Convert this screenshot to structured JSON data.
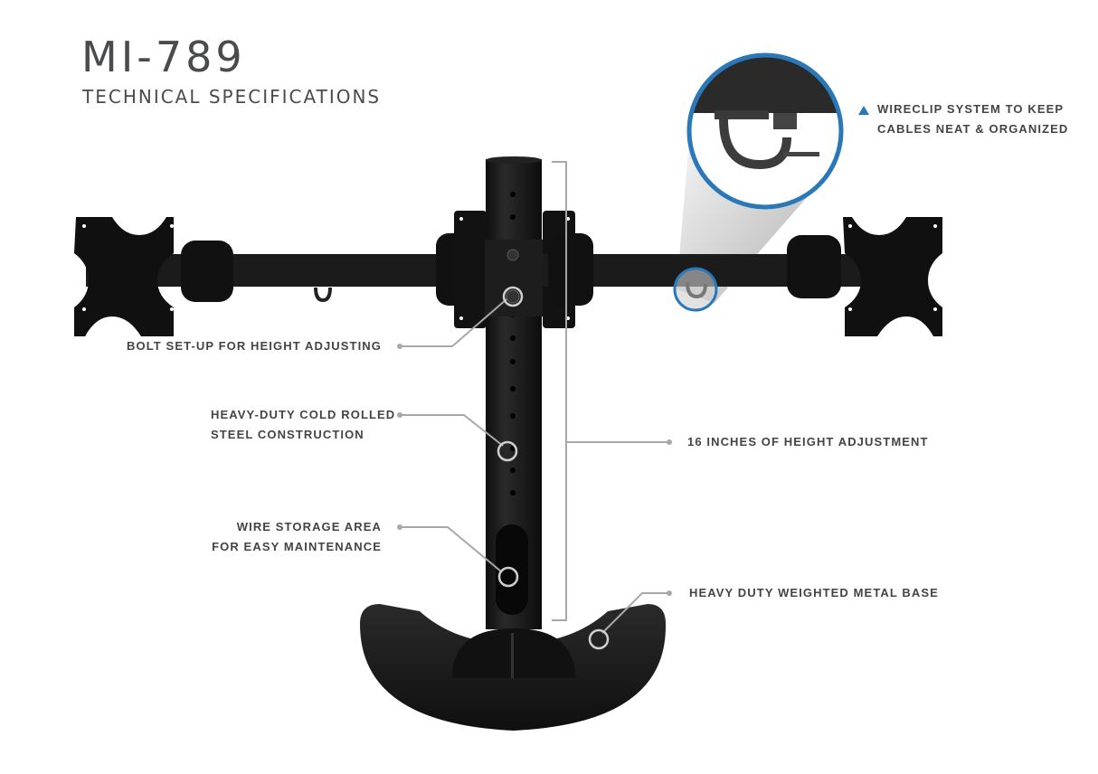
{
  "header": {
    "model": "MI-789",
    "subtitle": "TECHNICAL SPECIFICATIONS"
  },
  "callouts": {
    "wireclip": {
      "line1": "WIRECLIP SYSTEM TO KEEP",
      "line2": "CABLES NEAT & ORGANIZED",
      "marker_icon": "triangle-up-icon"
    },
    "bolt": {
      "line1": "BOLT SET-UP FOR HEIGHT ADJUSTING"
    },
    "steel": {
      "line1": "HEAVY-DUTY COLD ROLLED",
      "line2": "STEEL CONSTRUCTION"
    },
    "wire_storage": {
      "line1": "WIRE STORAGE AREA",
      "line2": "FOR EASY MAINTENANCE"
    },
    "height": {
      "line1": "16 INCHES OF HEIGHT ADJUSTMENT"
    },
    "base": {
      "line1": "HEAVY DUTY WEIGHTED METAL BASE"
    }
  },
  "colors": {
    "text": "#4a4b4d",
    "accent_blue": "#2b78b8",
    "leader_line": "#a0a0a0",
    "product_black": "#1c1c1c"
  }
}
